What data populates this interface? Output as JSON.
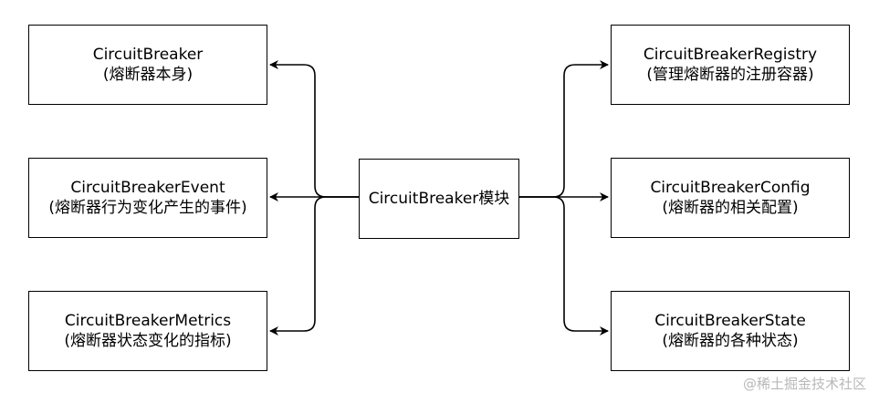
{
  "center": {
    "label": "CircuitBreaker模块"
  },
  "left": [
    {
      "title": "CircuitBreaker",
      "desc": "(熔断器本身)"
    },
    {
      "title": "CircuitBreakerEvent",
      "desc": "(熔断器行为变化产生的事件)"
    },
    {
      "title": "CircuitBreakerMetrics",
      "desc": "(熔断器状态变化的指标)"
    }
  ],
  "right": [
    {
      "title": "CircuitBreakerRegistry",
      "desc": "(管理熔断器的注册容器)"
    },
    {
      "title": "CircuitBreakerConfig",
      "desc": "(熔断器的相关配置)"
    },
    {
      "title": "CircuitBreakerState",
      "desc": "(熔断器的各种状态)"
    }
  ],
  "watermark": "@稀土掘金技术社区",
  "colors": {
    "stroke": "#000000",
    "background": "#ffffff",
    "watermark": "#b8b8b8"
  }
}
